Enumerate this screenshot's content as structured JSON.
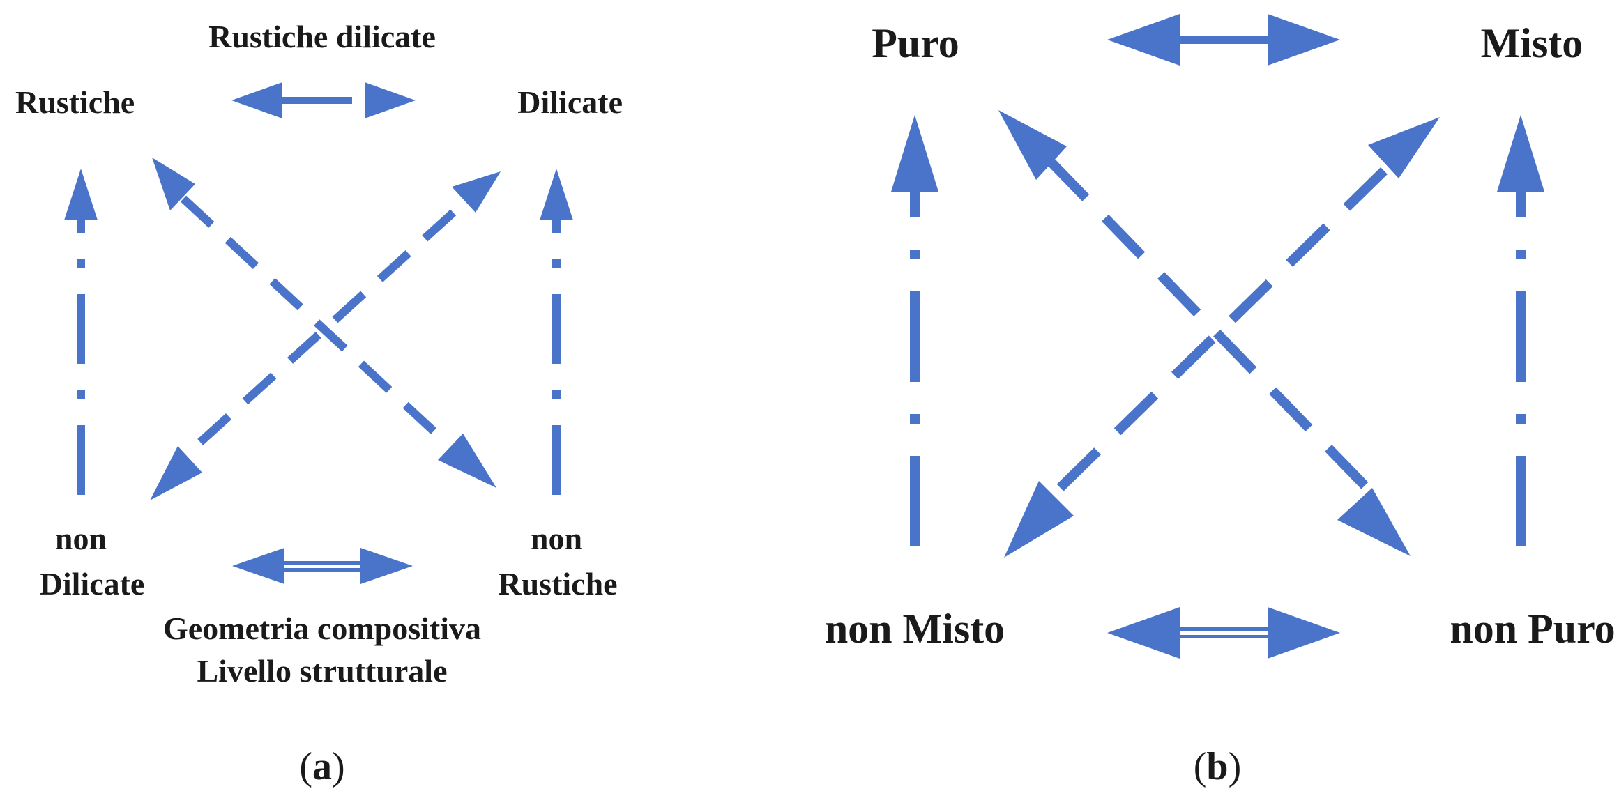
{
  "colors": {
    "arrow": "#4A74C9",
    "text": "#1a1a1a",
    "background": "#ffffff"
  },
  "panel_a": {
    "caption_letter": "a",
    "top_label": "Rustiche dilicate",
    "top_left": "Rustiche",
    "top_right": "Dilicate",
    "bottom_left_line1": "non",
    "bottom_left_line2": "Dilicate",
    "bottom_right_line1": "non",
    "bottom_right_line2": "Rustiche",
    "bottom_label_line1": "Geometria compositiva",
    "bottom_label_line2": "Livello strutturale"
  },
  "panel_b": {
    "caption_letter": "b",
    "top_left": "Puro",
    "top_right": "Misto",
    "bottom_left": "non Misto",
    "bottom_right": "non Puro"
  }
}
